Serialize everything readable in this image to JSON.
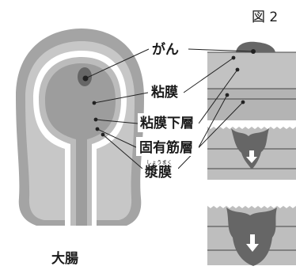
{
  "figure": {
    "number": "図 2",
    "organ_label": "大腸",
    "labels": {
      "cancer": "がん",
      "mucosa": "粘膜",
      "submucosa": "粘膜下層",
      "muscularis_propria": "固有筋層",
      "serosa": "漿膜",
      "serosa_ruby": "しょうまく"
    }
  },
  "colors": {
    "outer_wall": "#a4a4a4",
    "mid_wall": "#c7c7c7",
    "white_ring": "#ffffff",
    "inner_ring": "#bcbcbc",
    "lumen": "#9d9d9d",
    "tumor": "#666666",
    "tumor_core": "#333333",
    "leader": "#222222"
  }
}
